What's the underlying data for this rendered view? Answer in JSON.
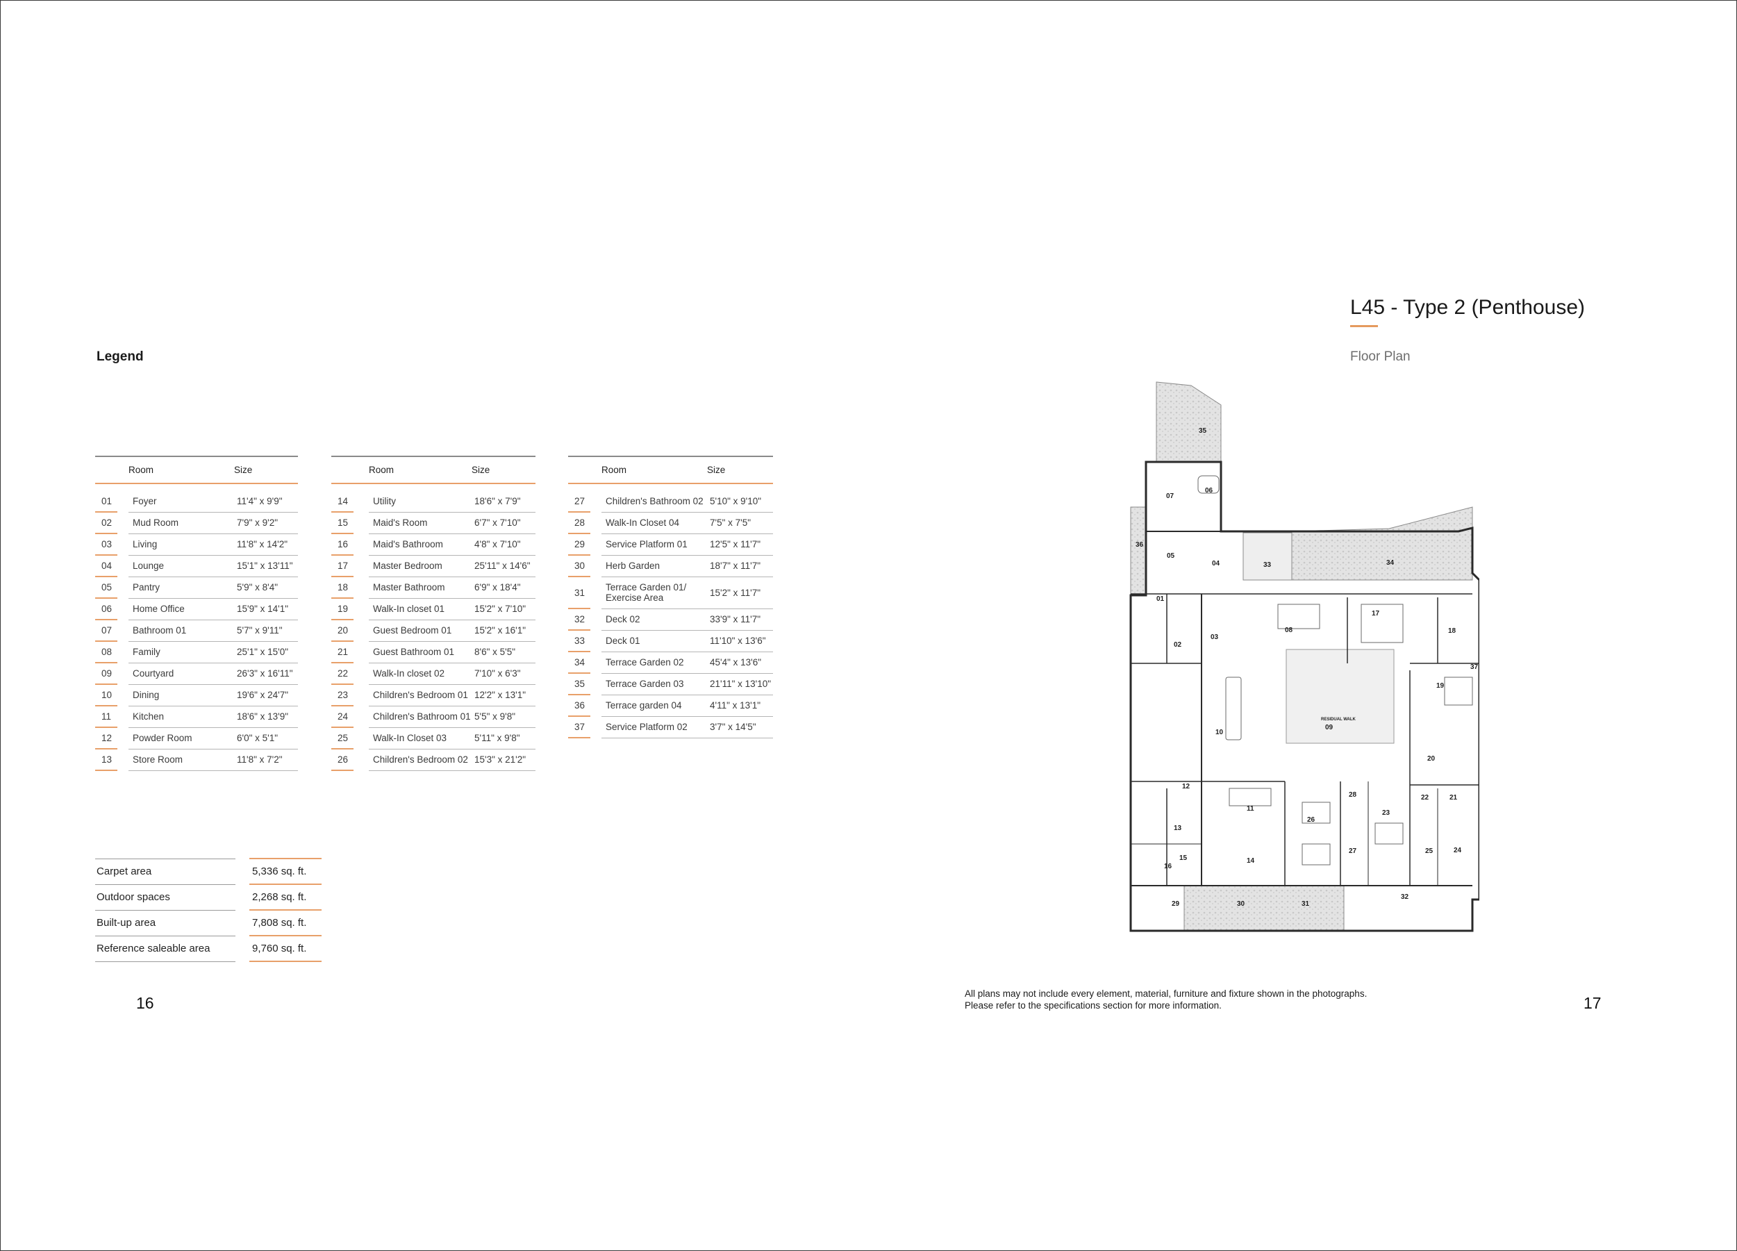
{
  "left_page": {
    "legend_title": "Legend",
    "headers": {
      "room": "Room",
      "size": "Size"
    },
    "tables": [
      [
        {
          "num": "01",
          "name": "Foyer",
          "size": "11'4\" x 9'9\""
        },
        {
          "num": "02",
          "name": "Mud Room",
          "size": "7'9\" x 9'2\""
        },
        {
          "num": "03",
          "name": "Living",
          "size": "11'8\" x 14'2\""
        },
        {
          "num": "04",
          "name": "Lounge",
          "size": "15'1\" x 13'11\""
        },
        {
          "num": "05",
          "name": "Pantry",
          "size": "5'9\" x 8'4\""
        },
        {
          "num": "06",
          "name": "Home Office",
          "size": "15'9\" x 14'1\""
        },
        {
          "num": "07",
          "name": "Bathroom 01",
          "size": "5'7\" x 9'11\""
        },
        {
          "num": "08",
          "name": "Family",
          "size": "25'1\" x 15'0\""
        },
        {
          "num": "09",
          "name": "Courtyard",
          "size": "26'3\" x 16'11\""
        },
        {
          "num": "10",
          "name": "Dining",
          "size": "19'6\" x 24'7\""
        },
        {
          "num": "11",
          "name": "Kitchen",
          "size": "18'6\" x 13'9\""
        },
        {
          "num": "12",
          "name": "Powder Room",
          "size": "6'0\" x 5'1\""
        },
        {
          "num": "13",
          "name": "Store Room",
          "size": "11'8\" x 7'2\""
        }
      ],
      [
        {
          "num": "14",
          "name": "Utility",
          "size": "18'6\" x 7'9\""
        },
        {
          "num": "15",
          "name": "Maid's Room",
          "size": "6'7\" x 7'10\""
        },
        {
          "num": "16",
          "name": "Maid's Bathroom",
          "size": "4'8\" x 7'10\""
        },
        {
          "num": "17",
          "name": "Master Bedroom",
          "size": "25'11\" x 14'6\""
        },
        {
          "num": "18",
          "name": "Master Bathroom",
          "size": "6'9\" x 18'4\""
        },
        {
          "num": "19",
          "name": "Walk-In closet 01",
          "size": "15'2\" x 7'10\""
        },
        {
          "num": "20",
          "name": "Guest Bedroom 01",
          "size": "15'2\" x 16'1\""
        },
        {
          "num": "21",
          "name": "Guest Bathroom 01",
          "size": "8'6\" x 5'5\""
        },
        {
          "num": "22",
          "name": "Walk-In closet 02",
          "size": "7'10\" x 6'3\""
        },
        {
          "num": "23",
          "name": "Children's Bedroom 01",
          "size": "12'2\" x 13'1\""
        },
        {
          "num": "24",
          "name": "Children's Bathroom 01",
          "size": "5'5\" x 9'8\""
        },
        {
          "num": "25",
          "name": "Walk-In Closet 03",
          "size": "5'11\" x 9'8\""
        },
        {
          "num": "26",
          "name": "Children's Bedroom 02",
          "size": "15'3\" x 21'2\""
        }
      ],
      [
        {
          "num": "27",
          "name": "Children's Bathroom 02",
          "size": "5'10\" x 9'10\""
        },
        {
          "num": "28",
          "name": "Walk-In Closet 04",
          "size": "7'5\" x 7'5\""
        },
        {
          "num": "29",
          "name": "Service Platform 01",
          "size": "12'5\" x 11'7\""
        },
        {
          "num": "30",
          "name": "Herb Garden",
          "size": "18'7\" x 11'7\""
        },
        {
          "num": "31",
          "name": "Terrace Garden 01/ Exercise Area",
          "size": "15'2\" x 11'7\""
        },
        {
          "num": "32",
          "name": "Deck 02",
          "size": "33'9\" x 11'7\""
        },
        {
          "num": "33",
          "name": "Deck 01",
          "size": "11'10\" x 13'6\""
        },
        {
          "num": "34",
          "name": "Terrace Garden 02",
          "size": "45'4\" x 13'6\""
        },
        {
          "num": "35",
          "name": "Terrace Garden 03",
          "size": "21'11\" x 13'10\""
        },
        {
          "num": "36",
          "name": "Terrace garden 04",
          "size": "4'11\" x 13'1\""
        },
        {
          "num": "37",
          "name": "Service Platform 02",
          "size": "3'7\" x 14'5\""
        }
      ]
    ],
    "areas": [
      {
        "label": "Carpet area",
        "value": "5,336 sq. ft."
      },
      {
        "label": "Outdoor spaces",
        "value": "2,268 sq. ft."
      },
      {
        "label": "Built-up area",
        "value": "7,808 sq. ft."
      },
      {
        "label": "Reference saleable area",
        "value": "9,760 sq. ft."
      }
    ],
    "page_number": "16"
  },
  "right_page": {
    "title": "L45 - Type 2 (Penthouse)",
    "subtitle": "Floor Plan",
    "disclaimer_line1": "All plans may not include every element, material, furniture and fixture shown in the photographs.",
    "disclaimer_line2": "Please refer to the specifications section for more information.",
    "page_number": "17",
    "plan_labels": [
      "01",
      "02",
      "03",
      "04",
      "05",
      "06",
      "07",
      "08",
      "09",
      "10",
      "11",
      "12",
      "13",
      "14",
      "15",
      "16",
      "17",
      "18",
      "19",
      "20",
      "21",
      "22",
      "23",
      "24",
      "25",
      "26",
      "27",
      "28",
      "29",
      "30",
      "31",
      "32",
      "33",
      "34",
      "35",
      "36",
      "37"
    ],
    "courtyard_caption": "RESIDUAL WALK"
  },
  "colors": {
    "accent_orange": "#e8a06a",
    "rule_grey": "#8a8a8a",
    "garden_grey": "#d9d9d9"
  }
}
